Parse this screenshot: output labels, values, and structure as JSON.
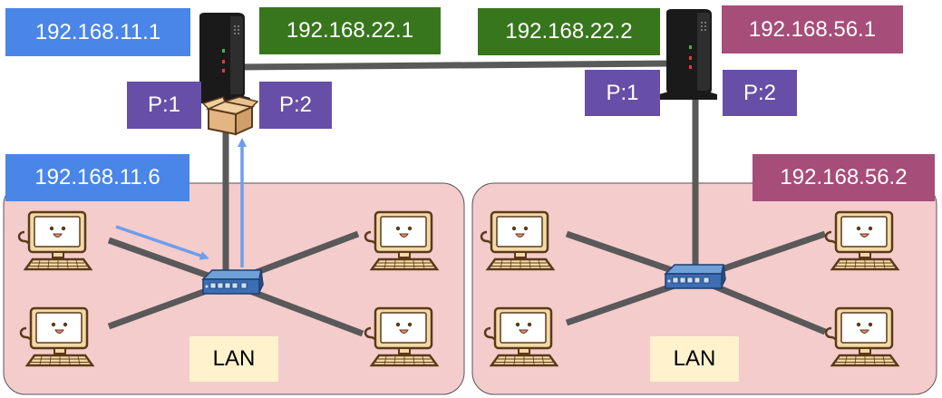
{
  "colors": {
    "ip_blue": "#4a86e8",
    "ip_green": "#38761d",
    "ip_magenta": "#a64d79",
    "port_purple": "#674ea7",
    "lan_fill": "#f4cccc",
    "lan_label_fill": "#fff2cc",
    "cable": "#595959",
    "arrow": "#6d9eeb"
  },
  "router_left": {
    "lan_ip": "192.168.11.1",
    "wan_ip": "192.168.22.1",
    "port1": "P:1",
    "port2": "P:2"
  },
  "router_right": {
    "wan_ip": "192.168.22.2",
    "lan_ip": "192.168.56.1",
    "port1": "P:1",
    "port2": "P:2"
  },
  "lan_left": {
    "host_ip": "192.168.11.6",
    "label": "LAN"
  },
  "lan_right": {
    "host_ip": "192.168.56.2",
    "label": "LAN"
  },
  "icons": [
    "router-icon",
    "switch-icon",
    "computer-icon",
    "packet-box-icon",
    "arrow-icon"
  ]
}
